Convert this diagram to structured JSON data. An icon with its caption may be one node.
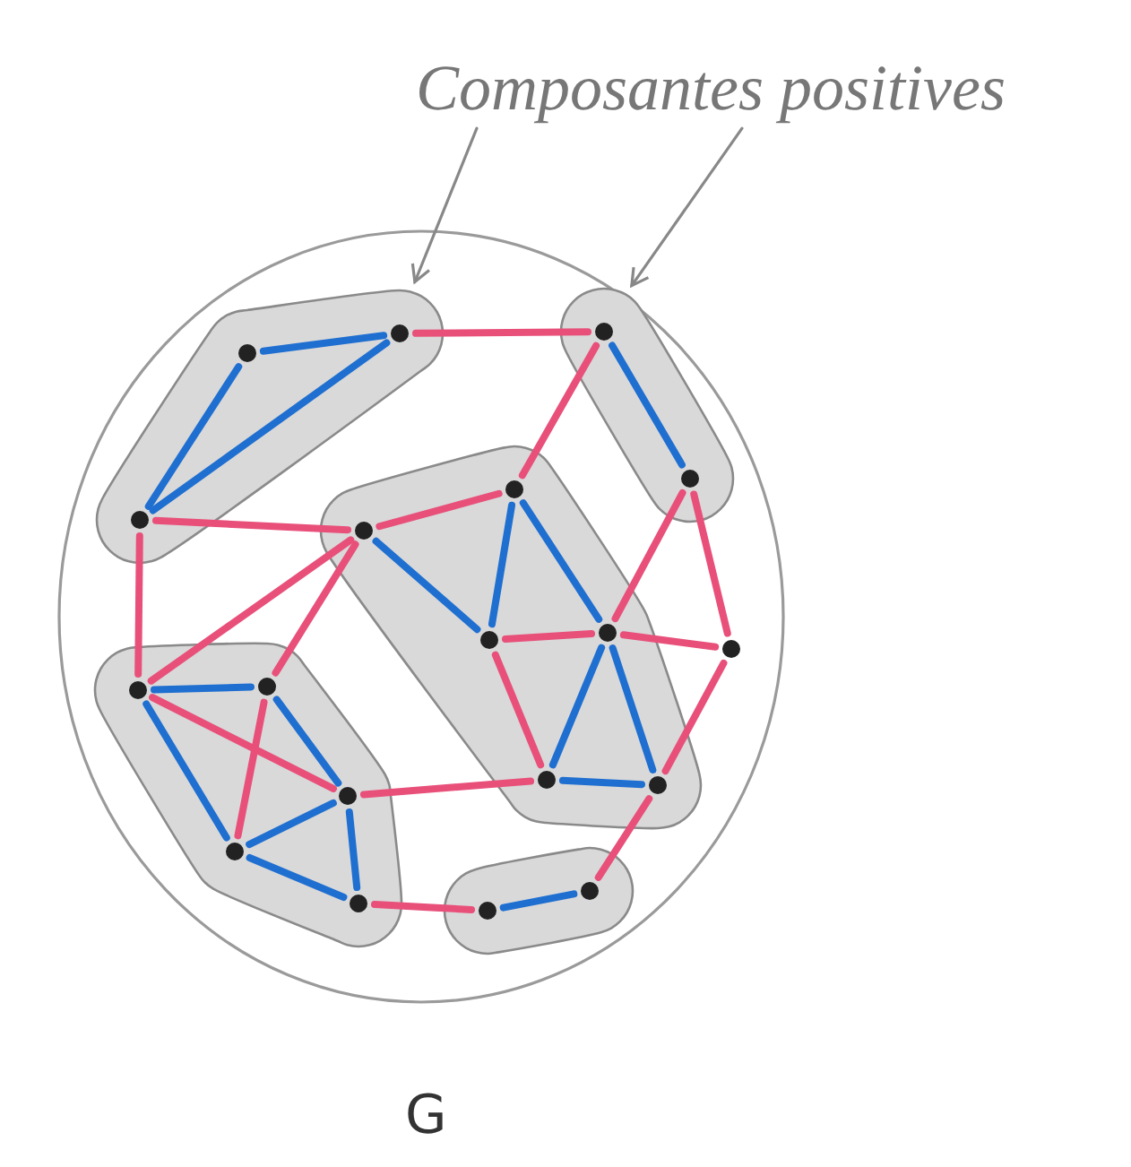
{
  "diagram": {
    "nodes": [
      {
        "text": [
          "Composantes positives"
        ]
      },
      {
        "text": [
          "G"
        ]
      },
      {
        "text": [],
        "shape": "blob",
        "in": 1
      },
      {
        "text": [],
        "shape": "circle",
        "in": 2
      },
      {
        "text": [],
        "shape": "circle",
        "in": 2
      },
      {
        "text": [],
        "shape": "circle",
        "in": 2
      },
      {
        "text": [],
        "shape": "blob",
        "in": 1
      },
      {
        "text": [],
        "shape": "circle",
        "in": 6
      },
      {
        "text": [],
        "shape": "circle",
        "in": 6
      },
      {
        "text": [],
        "shape": "blob",
        "in": 1
      },
      {
        "text": [],
        "shape": "circle",
        "in": 9
      },
      {
        "text": [],
        "shape": "circle",
        "in": 9
      },
      {
        "text": [],
        "shape": "circle",
        "in": 9
      },
      {
        "text": [],
        "shape": "circle",
        "in": 9
      },
      {
        "text": [],
        "shape": "circle",
        "in": 9
      },
      {
        "text": [],
        "shape": "circle",
        "in": 9
      },
      {
        "text": [],
        "shape": "circle",
        "in": 1
      },
      {
        "text": [],
        "shape": "blob",
        "in": 1
      },
      {
        "text": [],
        "shape": "circle",
        "in": 17
      },
      {
        "text": [],
        "shape": "circle",
        "in": 17
      },
      {
        "text": [],
        "shape": "circle",
        "in": 17
      },
      {
        "text": [],
        "shape": "circle",
        "in": 17
      },
      {
        "text": [],
        "shape": "circle",
        "in": 17
      },
      {
        "text": [],
        "shape": "blob",
        "in": 1
      },
      {
        "text": [],
        "shape": "circle",
        "in": 23
      },
      {
        "text": [],
        "shape": "circle",
        "in": 23
      }
    ],
    "edges": [
      {
        "from": 0,
        "to": 2,
        "arrow": "to",
        "color": "#888888"
      },
      {
        "from": 0,
        "to": 6,
        "arrow": "to",
        "color": "#888888"
      },
      {
        "from": 3,
        "to": 4,
        "arrow": "none",
        "color": "#1f6fd1"
      },
      {
        "from": 3,
        "to": 5,
        "arrow": "none",
        "color": "#1f6fd1"
      },
      {
        "from": 4,
        "to": 5,
        "arrow": "none",
        "color": "#1f6fd1"
      },
      {
        "from": 7,
        "to": 8,
        "arrow": "none",
        "color": "#1f6fd1"
      },
      {
        "from": 10,
        "to": 11,
        "arrow": "none"
      },
      {
        "from": 10,
        "to": 12,
        "arrow": "none",
        "color": "#1f6fd1"
      },
      {
        "from": 11,
        "to": 12,
        "arrow": "none",
        "color": "#1f6fd1"
      },
      {
        "from": 11,
        "to": 13,
        "arrow": "none",
        "color": "#1f6fd1"
      },
      {
        "from": 12,
        "to": 13,
        "arrow": "none"
      },
      {
        "from": 12,
        "to": 14,
        "arrow": "none"
      },
      {
        "from": 13,
        "to": 14,
        "arrow": "none",
        "color": "#1f6fd1"
      },
      {
        "from": 13,
        "to": 15,
        "arrow": "none",
        "color": "#1f6fd1"
      },
      {
        "from": 14,
        "to": 15,
        "arrow": "none",
        "color": "#1f6fd1"
      },
      {
        "from": 18,
        "to": 19,
        "arrow": "none",
        "color": "#1f6fd1"
      },
      {
        "from": 18,
        "to": 20,
        "arrow": "none"
      },
      {
        "from": 19,
        "to": 21,
        "arrow": "none"
      },
      {
        "from": 18,
        "to": 21,
        "arrow": "none",
        "color": "#1f6fd1"
      },
      {
        "from": 19,
        "to": 20,
        "arrow": "none",
        "color": "#1f6fd1"
      },
      {
        "from": 20,
        "to": 21,
        "arrow": "none",
        "color": "#1f6fd1"
      },
      {
        "from": 20,
        "to": 22,
        "arrow": "none",
        "color": "#1f6fd1"
      },
      {
        "from": 21,
        "to": 22,
        "arrow": "none",
        "color": "#1f6fd1"
      },
      {
        "from": 24,
        "to": 25,
        "arrow": "none",
        "color": "#1f6fd1"
      },
      {
        "from": 4,
        "to": 7,
        "arrow": "none"
      },
      {
        "from": 5,
        "to": 10,
        "arrow": "none"
      },
      {
        "from": 5,
        "to": 18,
        "arrow": "none"
      },
      {
        "from": 10,
        "to": 18,
        "arrow": "none"
      },
      {
        "from": 10,
        "to": 19,
        "arrow": "none"
      },
      {
        "from": 11,
        "to": 7,
        "arrow": "none"
      },
      {
        "from": 8,
        "to": 13,
        "arrow": "none"
      },
      {
        "from": 8,
        "to": 16,
        "arrow": "none"
      },
      {
        "from": 13,
        "to": 16,
        "arrow": "none"
      },
      {
        "from": 16,
        "to": 15,
        "arrow": "none"
      },
      {
        "from": 20,
        "to": 14,
        "arrow": "none"
      },
      {
        "from": 22,
        "to": 24,
        "arrow": "none"
      },
      {
        "from": 15,
        "to": 25,
        "arrow": "none"
      }
    ]
  }
}
